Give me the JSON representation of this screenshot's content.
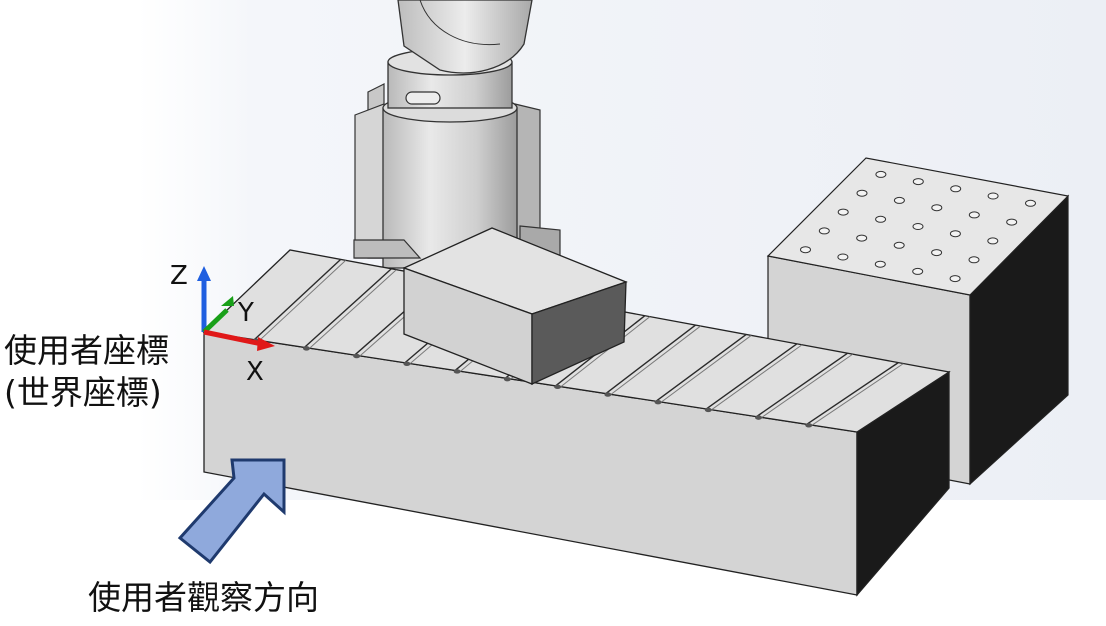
{
  "labels": {
    "user_coord_line1": "使用者座標",
    "user_coord_line2": "(世界座標)",
    "view_direction": "使用者觀察方向"
  },
  "axes": {
    "z": "Z",
    "y": "Y",
    "x": "X"
  },
  "colors": {
    "axis_z": "#1f5fe0",
    "axis_y": "#19a019",
    "axis_x": "#e01818",
    "arrow_fill": "#8fa9dc",
    "arrow_stroke": "#1f3a6e",
    "block_light": "#d4d4d4",
    "block_dark": "#1a1a1a"
  }
}
